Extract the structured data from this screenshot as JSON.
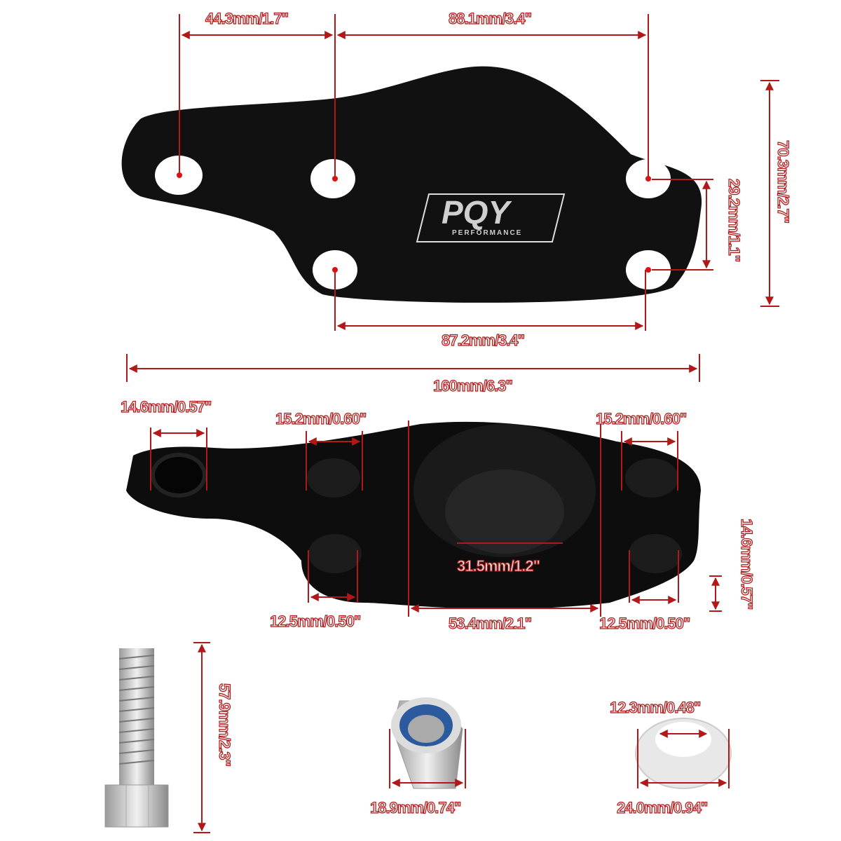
{
  "diagram": {
    "type": "product dimension diagram",
    "parts": [
      "mount bracket (top view)",
      "mount bracket (angled view)",
      "bolt",
      "lock nut",
      "flat washer"
    ],
    "brand": {
      "logo": "PQY",
      "sub": "PERFORMANCE"
    },
    "accent_color": "#b21818",
    "top_view": {
      "hole_spacing_left": "44.3mm/1.7\"",
      "hole_spacing_top": "88.1mm/3.4\"",
      "overall_height": "70.3mm/2.7\"",
      "vertical_hole_spacing": "29.2mm/1.1\"",
      "hole_spacing_bottom": "87.2mm/3.4\"",
      "overall_length": "160mm/6.3\""
    },
    "side_view": {
      "left_hole_dia": "14.6mm/0.57\"",
      "upper_hole_dia_left": "15.2mm/0.60\"",
      "upper_hole_dia_right": "15.2mm/0.60\"",
      "center_boss_dia": "31.5mm/1.2\"",
      "lower_hole_dia_left": "12.5mm/0.50\"",
      "center_recess_width": "53.4mm/2.1\"",
      "lower_hole_dia_right": "12.5mm/0.50\"",
      "thickness": "14.6mm/0.57\""
    },
    "hardware": {
      "bolt_length": "57.9mm/2.3\"",
      "nut_width": "18.9mm/0.74\"",
      "washer_inner": "12.3mm/0.48\"",
      "washer_outer": "24.0mm/0.94\""
    }
  }
}
